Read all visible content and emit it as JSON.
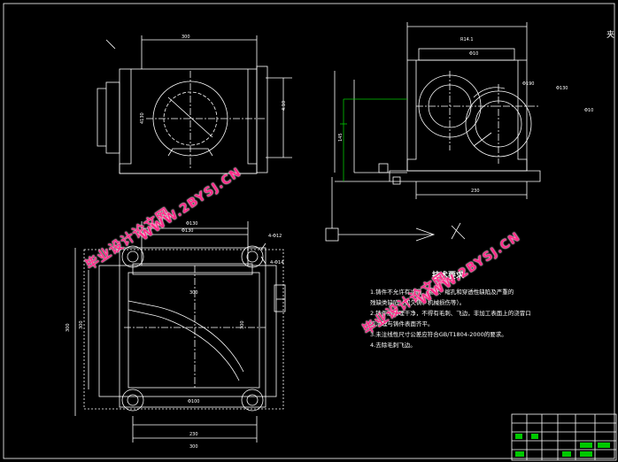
{
  "sheet_label": "夹",
  "dimensions": {
    "top_view_width": "300",
    "top_view_right": "4.10",
    "left_height": "4130",
    "side_top": "R14.1",
    "side_right_1": "Φ190",
    "side_right_2": "Φ130",
    "side_tag_1": "Φ10",
    "side_tag_2": "Φ10",
    "side_height": "145",
    "side_bottom": "230",
    "plan_top": "Φ130",
    "plan_inner_top": "Φ130",
    "plan_width": "300",
    "plan_left": "300",
    "plan_center": "300",
    "plan_bottom_1": "Φ100",
    "plan_bottom_2": "230",
    "plan_bottom_3": "300",
    "plan_side_left": "300",
    "plan_right_1": "4-Φ12",
    "plan_right_2": "4-Φ14"
  },
  "notes": {
    "title": "技术要求",
    "items": [
      "1.铸件不允许有冷隔、裂纹、缩孔和穿透性缺陷及严重的",
      "   残缺类缺陷（如欠铸、机械损伤等）。",
      "2.铸件应清理干净，不得有毛刺、飞边，非加工表面上的浇冒口",
      "   应清理与铸件表面齐平。",
      "3.未注线性尺寸公差应符合GB/T1804-2000的要求。",
      "4.去除毛刺飞边。"
    ]
  },
  "watermarks": [
    "毕业设计论文网",
    "WWW.2BYSJ.CN"
  ],
  "colors": {
    "background": "#000000",
    "line": "#ffffff",
    "accent": "#00c800",
    "watermark": "#ff2d8a"
  }
}
